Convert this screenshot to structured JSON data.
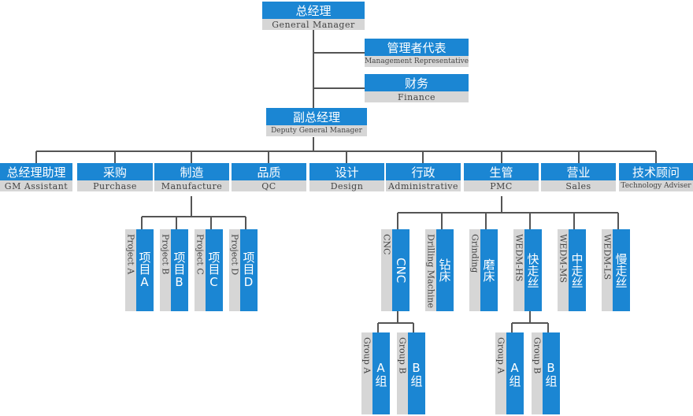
{
  "gm": {
    "cn": "总经理",
    "en": "General Manager"
  },
  "mgmt_rep": {
    "cn": "管理者代表",
    "en": "Management Representative"
  },
  "finance": {
    "cn": "财务",
    "en": "Finance"
  },
  "deputy": {
    "cn": "副总经理",
    "en": "Deputy General Manager"
  },
  "departments": [
    {
      "cn": "总经理助理",
      "en": "GM Assistant"
    },
    {
      "cn": "采购",
      "en": "Purchase"
    },
    {
      "cn": "制造",
      "en": "Manufacture"
    },
    {
      "cn": "品质",
      "en": "QC"
    },
    {
      "cn": "设计",
      "en": "Design"
    },
    {
      "cn": "行政",
      "en": "Administrative"
    },
    {
      "cn": "生管",
      "en": "PMC"
    },
    {
      "cn": "营业",
      "en": "Sales"
    },
    {
      "cn": "技术顾问",
      "en": "Technology Adviser"
    }
  ],
  "projects": [
    {
      "cn": "项目A",
      "en": "Project A"
    },
    {
      "cn": "项目B",
      "en": "Project B"
    },
    {
      "cn": "项目C",
      "en": "Project C"
    },
    {
      "cn": "项目D",
      "en": "Project D"
    }
  ],
  "pmc_units": [
    {
      "cn": "CNC",
      "en": "CNC"
    },
    {
      "cn": "钻床",
      "en": "Drilling Machine"
    },
    {
      "cn": "磨床",
      "en": "Grinding"
    },
    {
      "cn": "快走丝",
      "en": "WEDM-HS"
    },
    {
      "cn": "中走丝",
      "en": "WEDM-MS"
    },
    {
      "cn": "慢走丝",
      "en": "WEDM-LS"
    }
  ],
  "cnc_groups": [
    {
      "cn": "A组",
      "en": "Group A"
    },
    {
      "cn": "B组",
      "en": "Group B"
    }
  ],
  "wedm_groups": [
    {
      "cn": "A组",
      "en": "Group A"
    },
    {
      "cn": "B组",
      "en": "Group B"
    }
  ]
}
